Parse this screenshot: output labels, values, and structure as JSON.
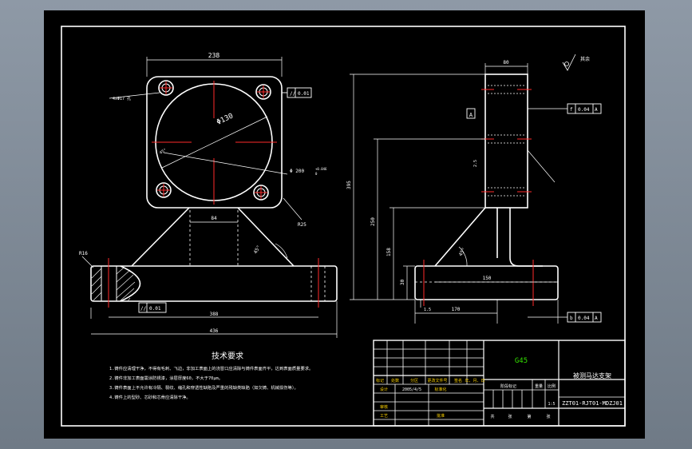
{
  "front_view": {
    "dim_width": "238",
    "dim_hole_dia": "Φ130",
    "dim_bore": "Φ 200",
    "bore_tol_upper": "+0.046",
    "bore_tol_lower": "0",
    "dim_bolt_holes": "4xΦ17 孔",
    "tol_flatness": "0.01",
    "dim_neck": "84",
    "dim_angle": "45°",
    "dim_r25": "R25",
    "dim_r16": "R16",
    "dim_base_holes": "388",
    "dim_base_total": "436",
    "tol_base": "0.01",
    "dim_chamfer": "45°"
  },
  "side_view": {
    "dim_top_width": "80",
    "dim_height_total": "395",
    "dim_height_center": "250",
    "dim_height_rib": "158",
    "dim_base_thickness": "30",
    "dim_rib_width": "150",
    "dim_base_depth": "170",
    "dim_small": "2.5",
    "dim_chamfer_side": "1.5",
    "datum_a": "A",
    "datum_b": "b",
    "tol_top": "0.04",
    "tol_bottom": "0.04",
    "angle": "45°",
    "surface_finish": "其余"
  },
  "notes": {
    "title": "技术要求",
    "lines": [
      "1.铸件应清理干净，不得有毛刺、飞边，非加工表面上的浇冒口应清除与铸件表面齐平，达到表面质量要求。",
      "2.铸件非加工表面需涂防锈漆，涂层厚度60，不大于70μm。",
      "3.铸件表面上不允许有冷隔、裂纹、缩孔和穿透性缺陷及严重的残缺类缺陷（如欠铸、机械损伤等）。",
      "4.铸件上的型砂、芯砂和芯骨应清除干净。"
    ]
  },
  "title_block": {
    "material": "G45",
    "part_name": "被测马达支架",
    "drawing_no": "ZZT01-RJT01-MDZJ01",
    "scale": "1:5",
    "row_headers": [
      "标记",
      "处数",
      "分区",
      "更改文件号",
      "签名",
      "年、月、日"
    ],
    "design_label": "设计",
    "design_date": "2005/4/5",
    "standard_label": "标准化",
    "check_label": "审核",
    "process_label": "工艺",
    "approve_label": "批准",
    "stage_label": "阶段标记",
    "weight_label": "重量",
    "scale_label": "比例",
    "sheet_total": "共",
    "sheet_label": "张",
    "sheet_no": "第",
    "sheet_label2": "张"
  }
}
